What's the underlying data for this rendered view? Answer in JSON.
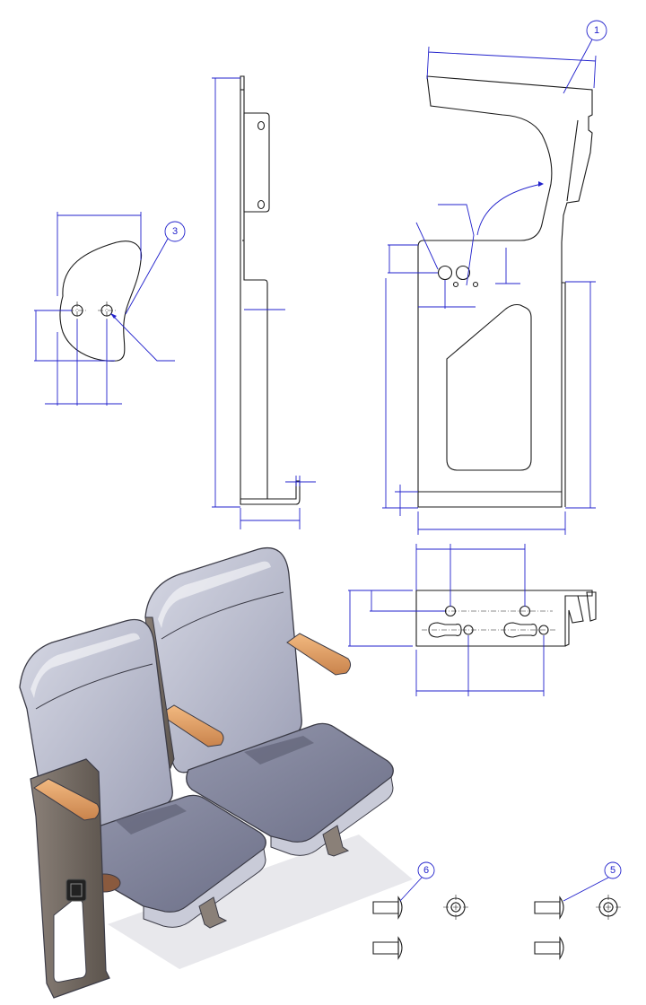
{
  "callouts": {
    "c1": "1",
    "c3": "3",
    "c5": "5",
    "c6": "6"
  },
  "colors": {
    "dimension_lines": "#2222cc",
    "part_lines": "#1b1b1b",
    "seat_cushion": "#7f8199",
    "seat_back": "#aeb1c4",
    "frame_metal": "#6e655d",
    "armrest_wood": "#e2a167"
  }
}
